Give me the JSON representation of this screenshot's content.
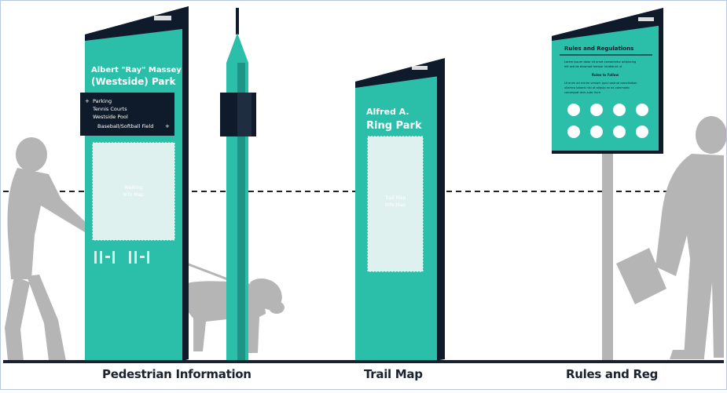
{
  "colors": {
    "teal": "#2bbfa9",
    "teal_dark": "#1f9484",
    "navy": "#0f1b2a",
    "silhouette": "#b5b5b5",
    "panel": "#dff1ee"
  },
  "sign_pedestrian": {
    "title_line1": "Albert \"Ray\" Massey",
    "title_line2": "(Westside) Park",
    "directory": [
      "Parking",
      "Tennis Courts",
      "Westside Pool",
      "Baseball/Softball Field"
    ],
    "map_line1": "Walking",
    "map_line2": "Info Map"
  },
  "sign_trail": {
    "title_line1": "Alfred A.",
    "title_line2": "Ring Park",
    "map_line1": "Trail Map",
    "map_line2": "Info Map"
  },
  "sign_rules": {
    "title": "Rules and Regulations",
    "line1": "Lorem ipsum dolor sit amet consectetur adipiscing",
    "line2": "elit sed do eiusmod tempor incididunt ut",
    "subtitle": "Rules to Follow",
    "line3": "Ut enim ad minim veniam quis nostrud exercitation",
    "line4": "ullamco laboris nisi ut aliquip ex ea commodo",
    "line5": "consequat duis aute irure",
    "icon_count": 8
  },
  "labels": {
    "pedestrian": "Pedestrian Information",
    "trail": "Trail Map",
    "rules": "Rules and Reg"
  }
}
